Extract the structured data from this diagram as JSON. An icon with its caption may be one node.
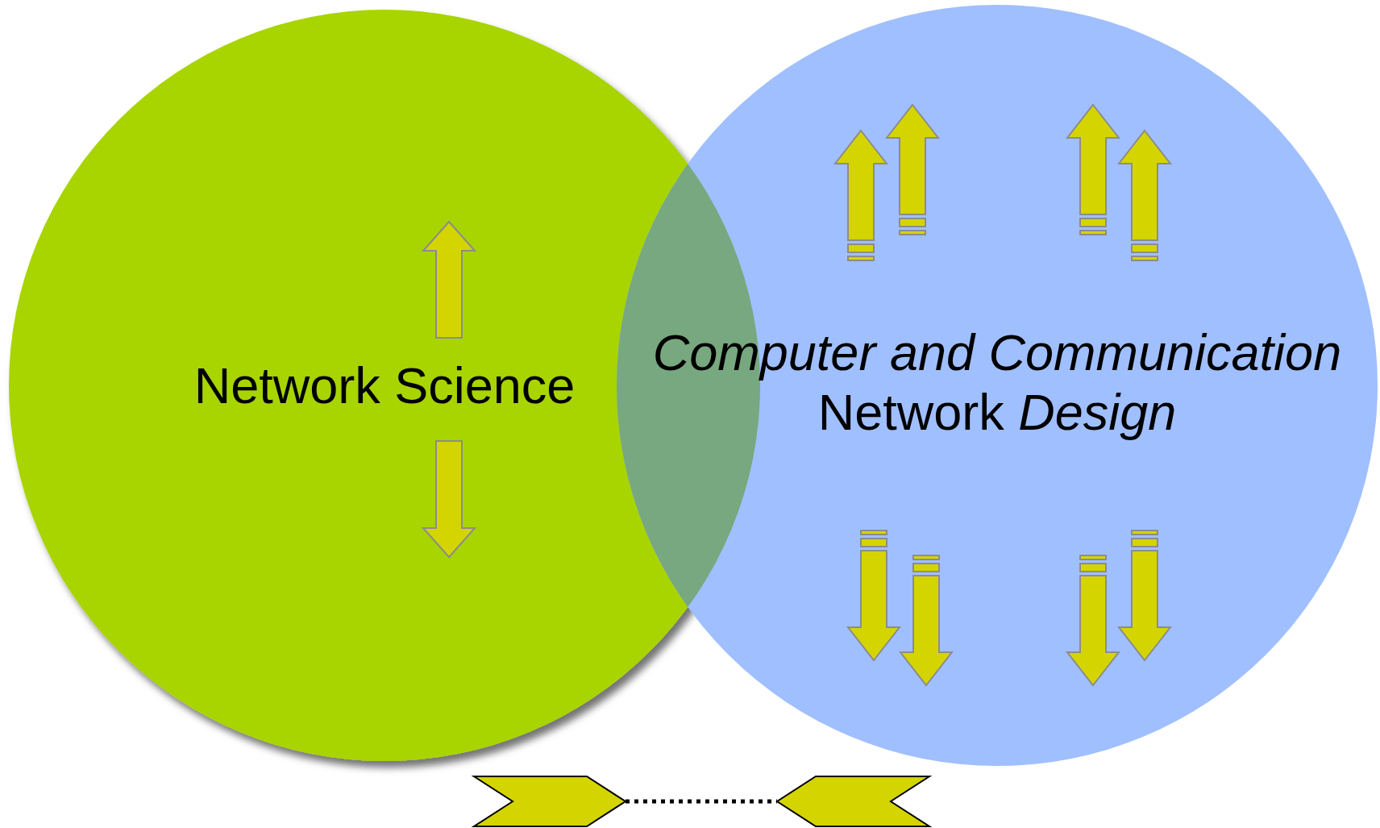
{
  "diagram": {
    "nodes": [
      {
        "text": [
          "Network Science"
        ]
      },
      {
        "text": [
          "*Computer and Communication* Network *Design*"
        ]
      },
      {
        "text": [],
        "shape": "chevron"
      },
      {
        "text": [],
        "shape": "chevron"
      }
    ],
    "edges": [
      {
        "from": 2,
        "to": 3,
        "arrow": "none",
        "style": "dashed"
      }
    ]
  }
}
